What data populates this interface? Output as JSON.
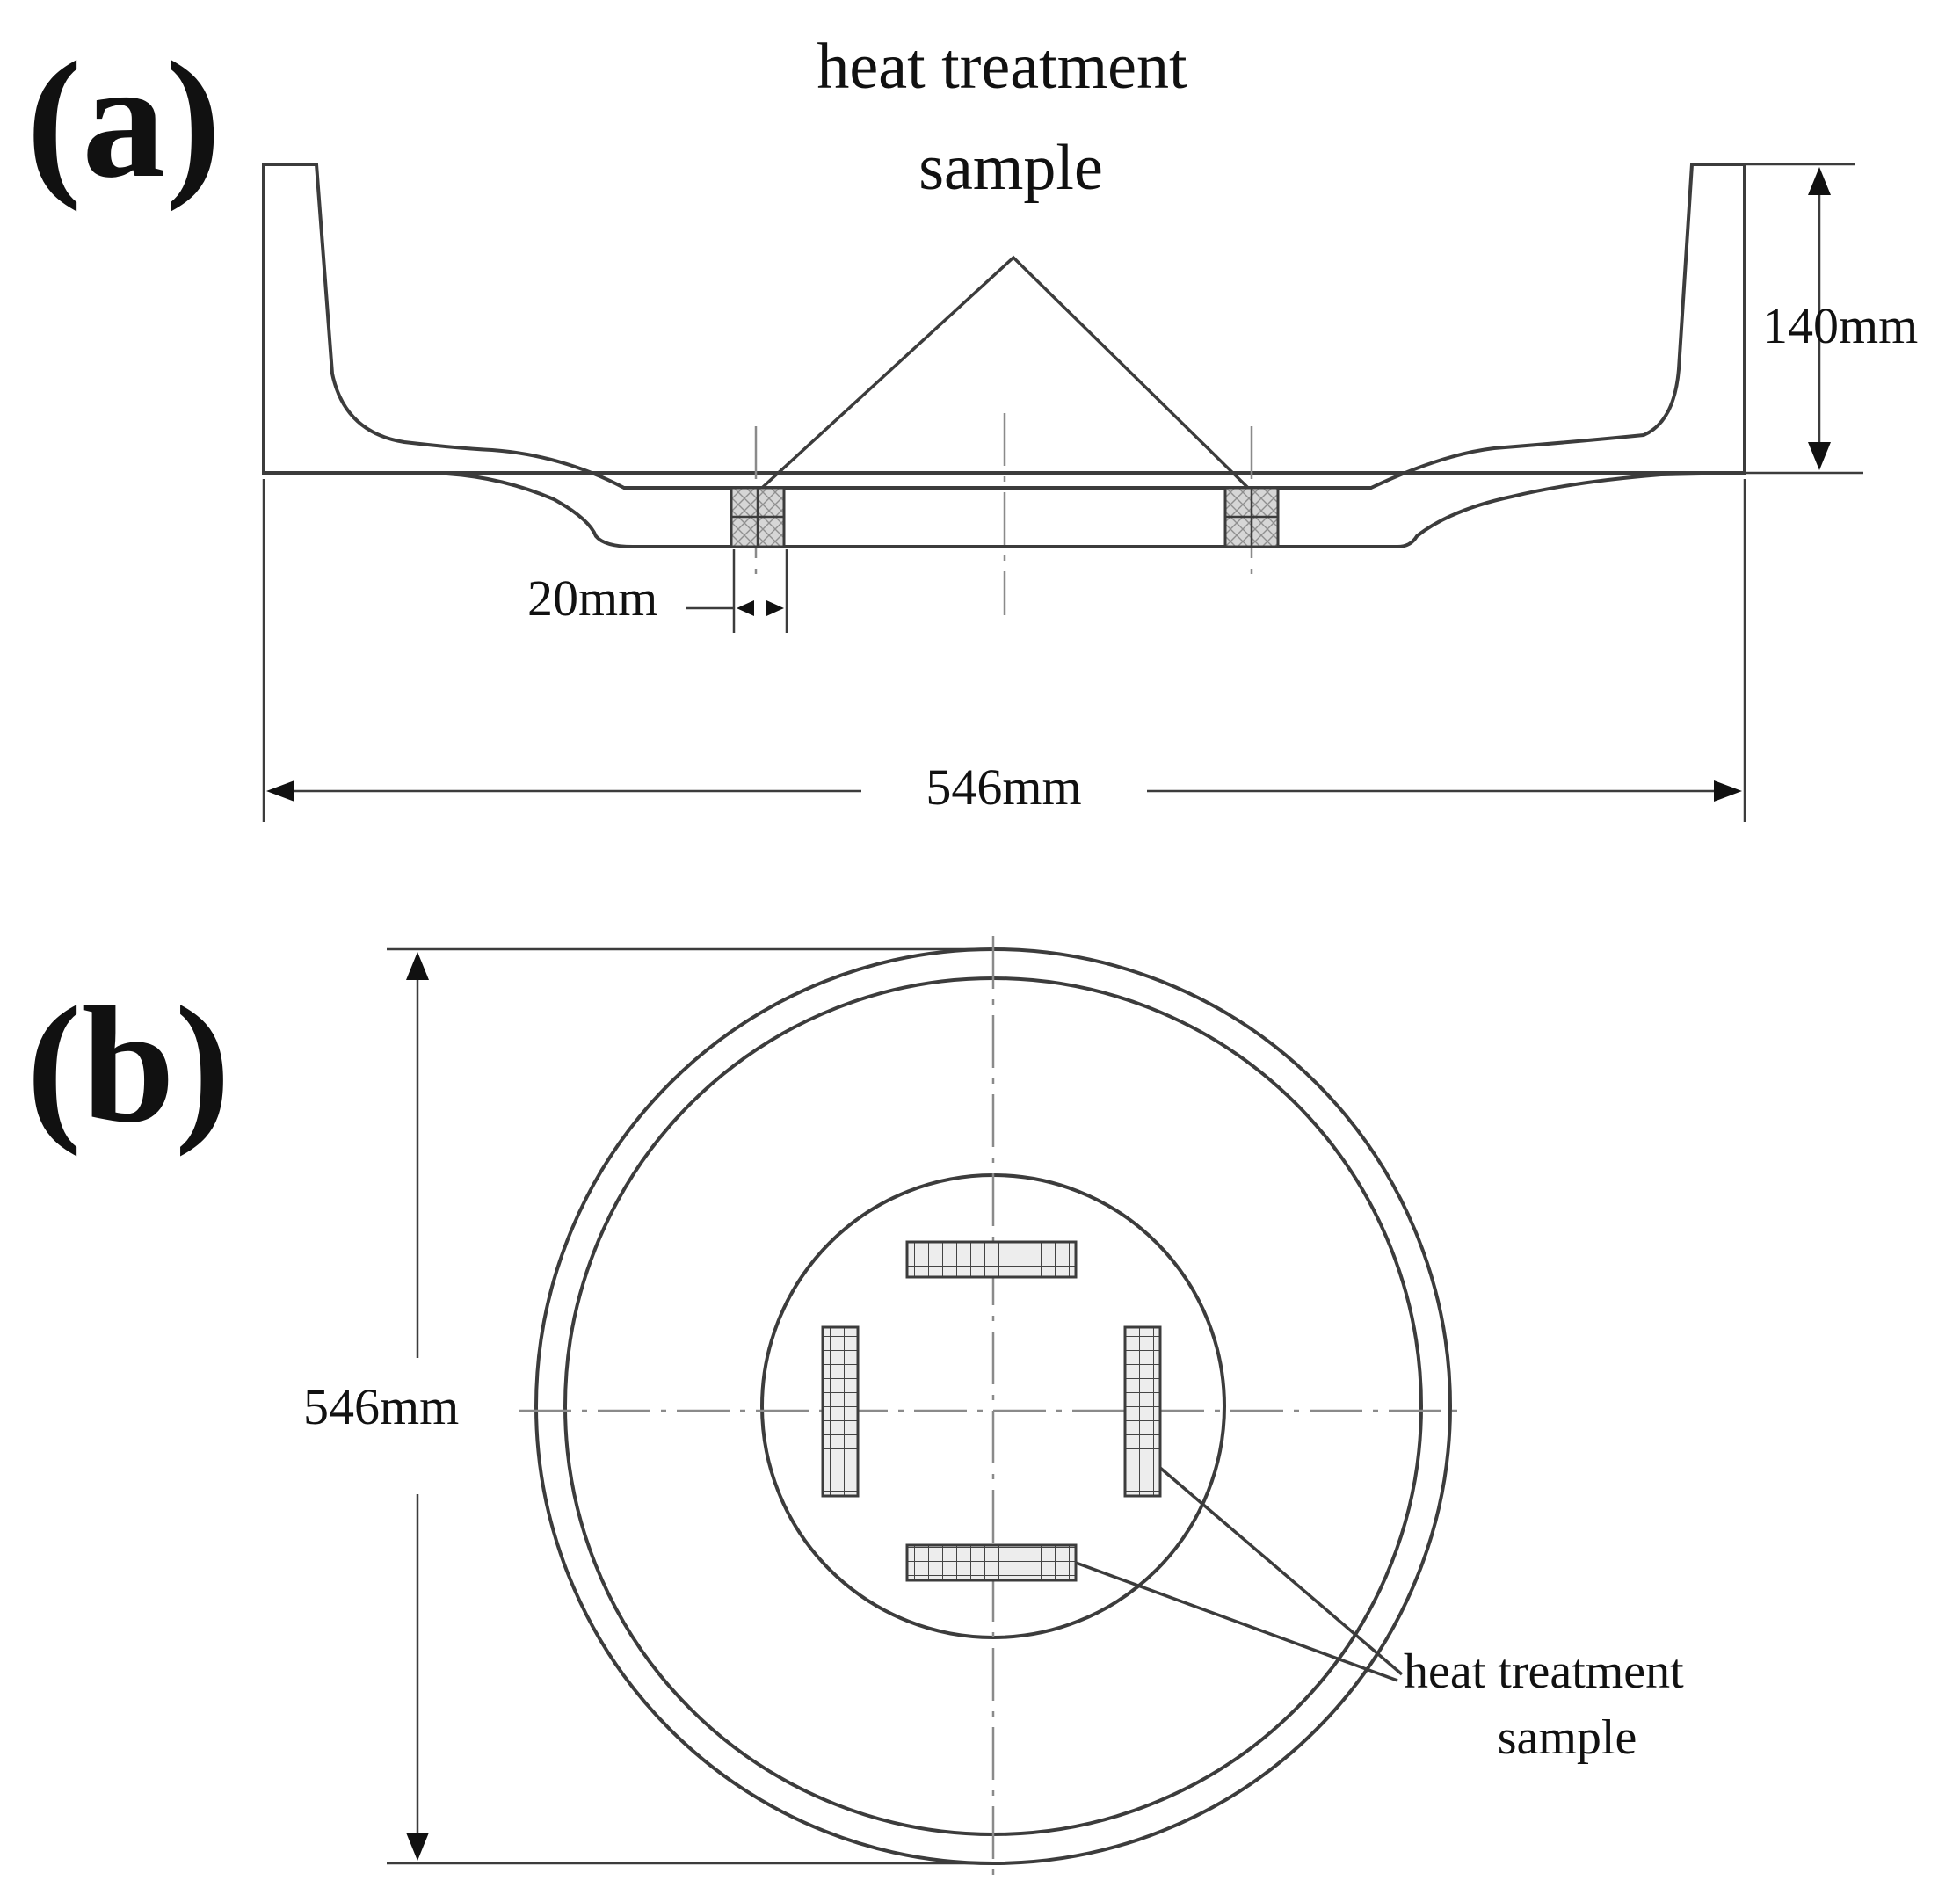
{
  "panels": {
    "a": {
      "label": "(a)",
      "callout": {
        "line1": "heat treatment",
        "line2": "sample"
      },
      "dimensions": {
        "height": "140mm",
        "sample_width": "20mm",
        "overall_width": "546mm"
      }
    },
    "b": {
      "label": "(b)",
      "callout": {
        "line1": "heat treatment",
        "line2": "sample"
      },
      "dimensions": {
        "diameter": "546mm"
      }
    }
  },
  "colors": {
    "line": "#3c3c3c",
    "hatch": "#a9a9a9",
    "centerline": "#8a8a8a",
    "text": "#111111"
  },
  "icons": {
    "dimension_arrow": "arrow-icon"
  }
}
